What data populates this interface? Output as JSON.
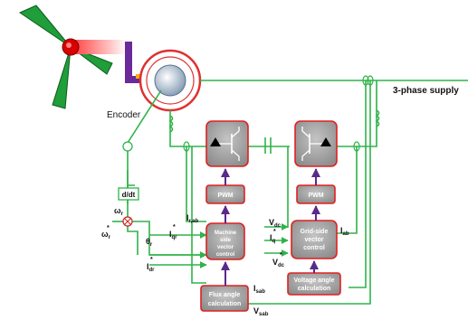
{
  "labels": {
    "supply": "3-phase supply",
    "encoder": "Encoder",
    "ddt": "d/dt",
    "omega_r": "ω",
    "omega_r_sub": "r",
    "omega_ref": "ω",
    "omega_ref_sub": "r",
    "omega_ref_sup": "*",
    "theta_r": "θ",
    "theta_r_sub": "r",
    "iqr_star": "I",
    "iqr_sub": "qr",
    "iqr_sup": "*",
    "idr_star": "I",
    "idr_sub": "dr",
    "idr_sup": "*",
    "irab": "I",
    "irab_sub": "r,ab",
    "vdc": "V",
    "vdc_sub": "dc",
    "iq_star": "I",
    "iq_sub": "q",
    "iq_sup": "*",
    "vdc_star": "V",
    "vdc_star_sub": "dc",
    "vdc_star_sup": "*",
    "iab": "I",
    "iab_sub": "ab",
    "isab": "I",
    "isab_sub": "sab",
    "vsab": "V",
    "vsab_sub": "sab"
  },
  "blocks": {
    "pwm_left": "PWM",
    "pwm_right": "PWM",
    "machine_line1": "Machine",
    "machine_line2": "side",
    "machine_line3": "vector",
    "machine_line4": "control",
    "grid_line1": "Grid-side",
    "grid_line2": "vector",
    "grid_line3": "control",
    "flux_line1": "Flux angle",
    "flux_line2": "calculation",
    "voltage_line1": "Voltage angle",
    "voltage_line2": "calculation"
  },
  "colors": {
    "wire": "#2fb34a",
    "block_fill": "#a3a3a3",
    "block_border": "#e02020",
    "arrow": "#5a2a8a",
    "blade": "#1f9e3a",
    "hub": "#d80000",
    "coupler": "#6a2a9a",
    "encoder_bar": "#f0b000"
  }
}
